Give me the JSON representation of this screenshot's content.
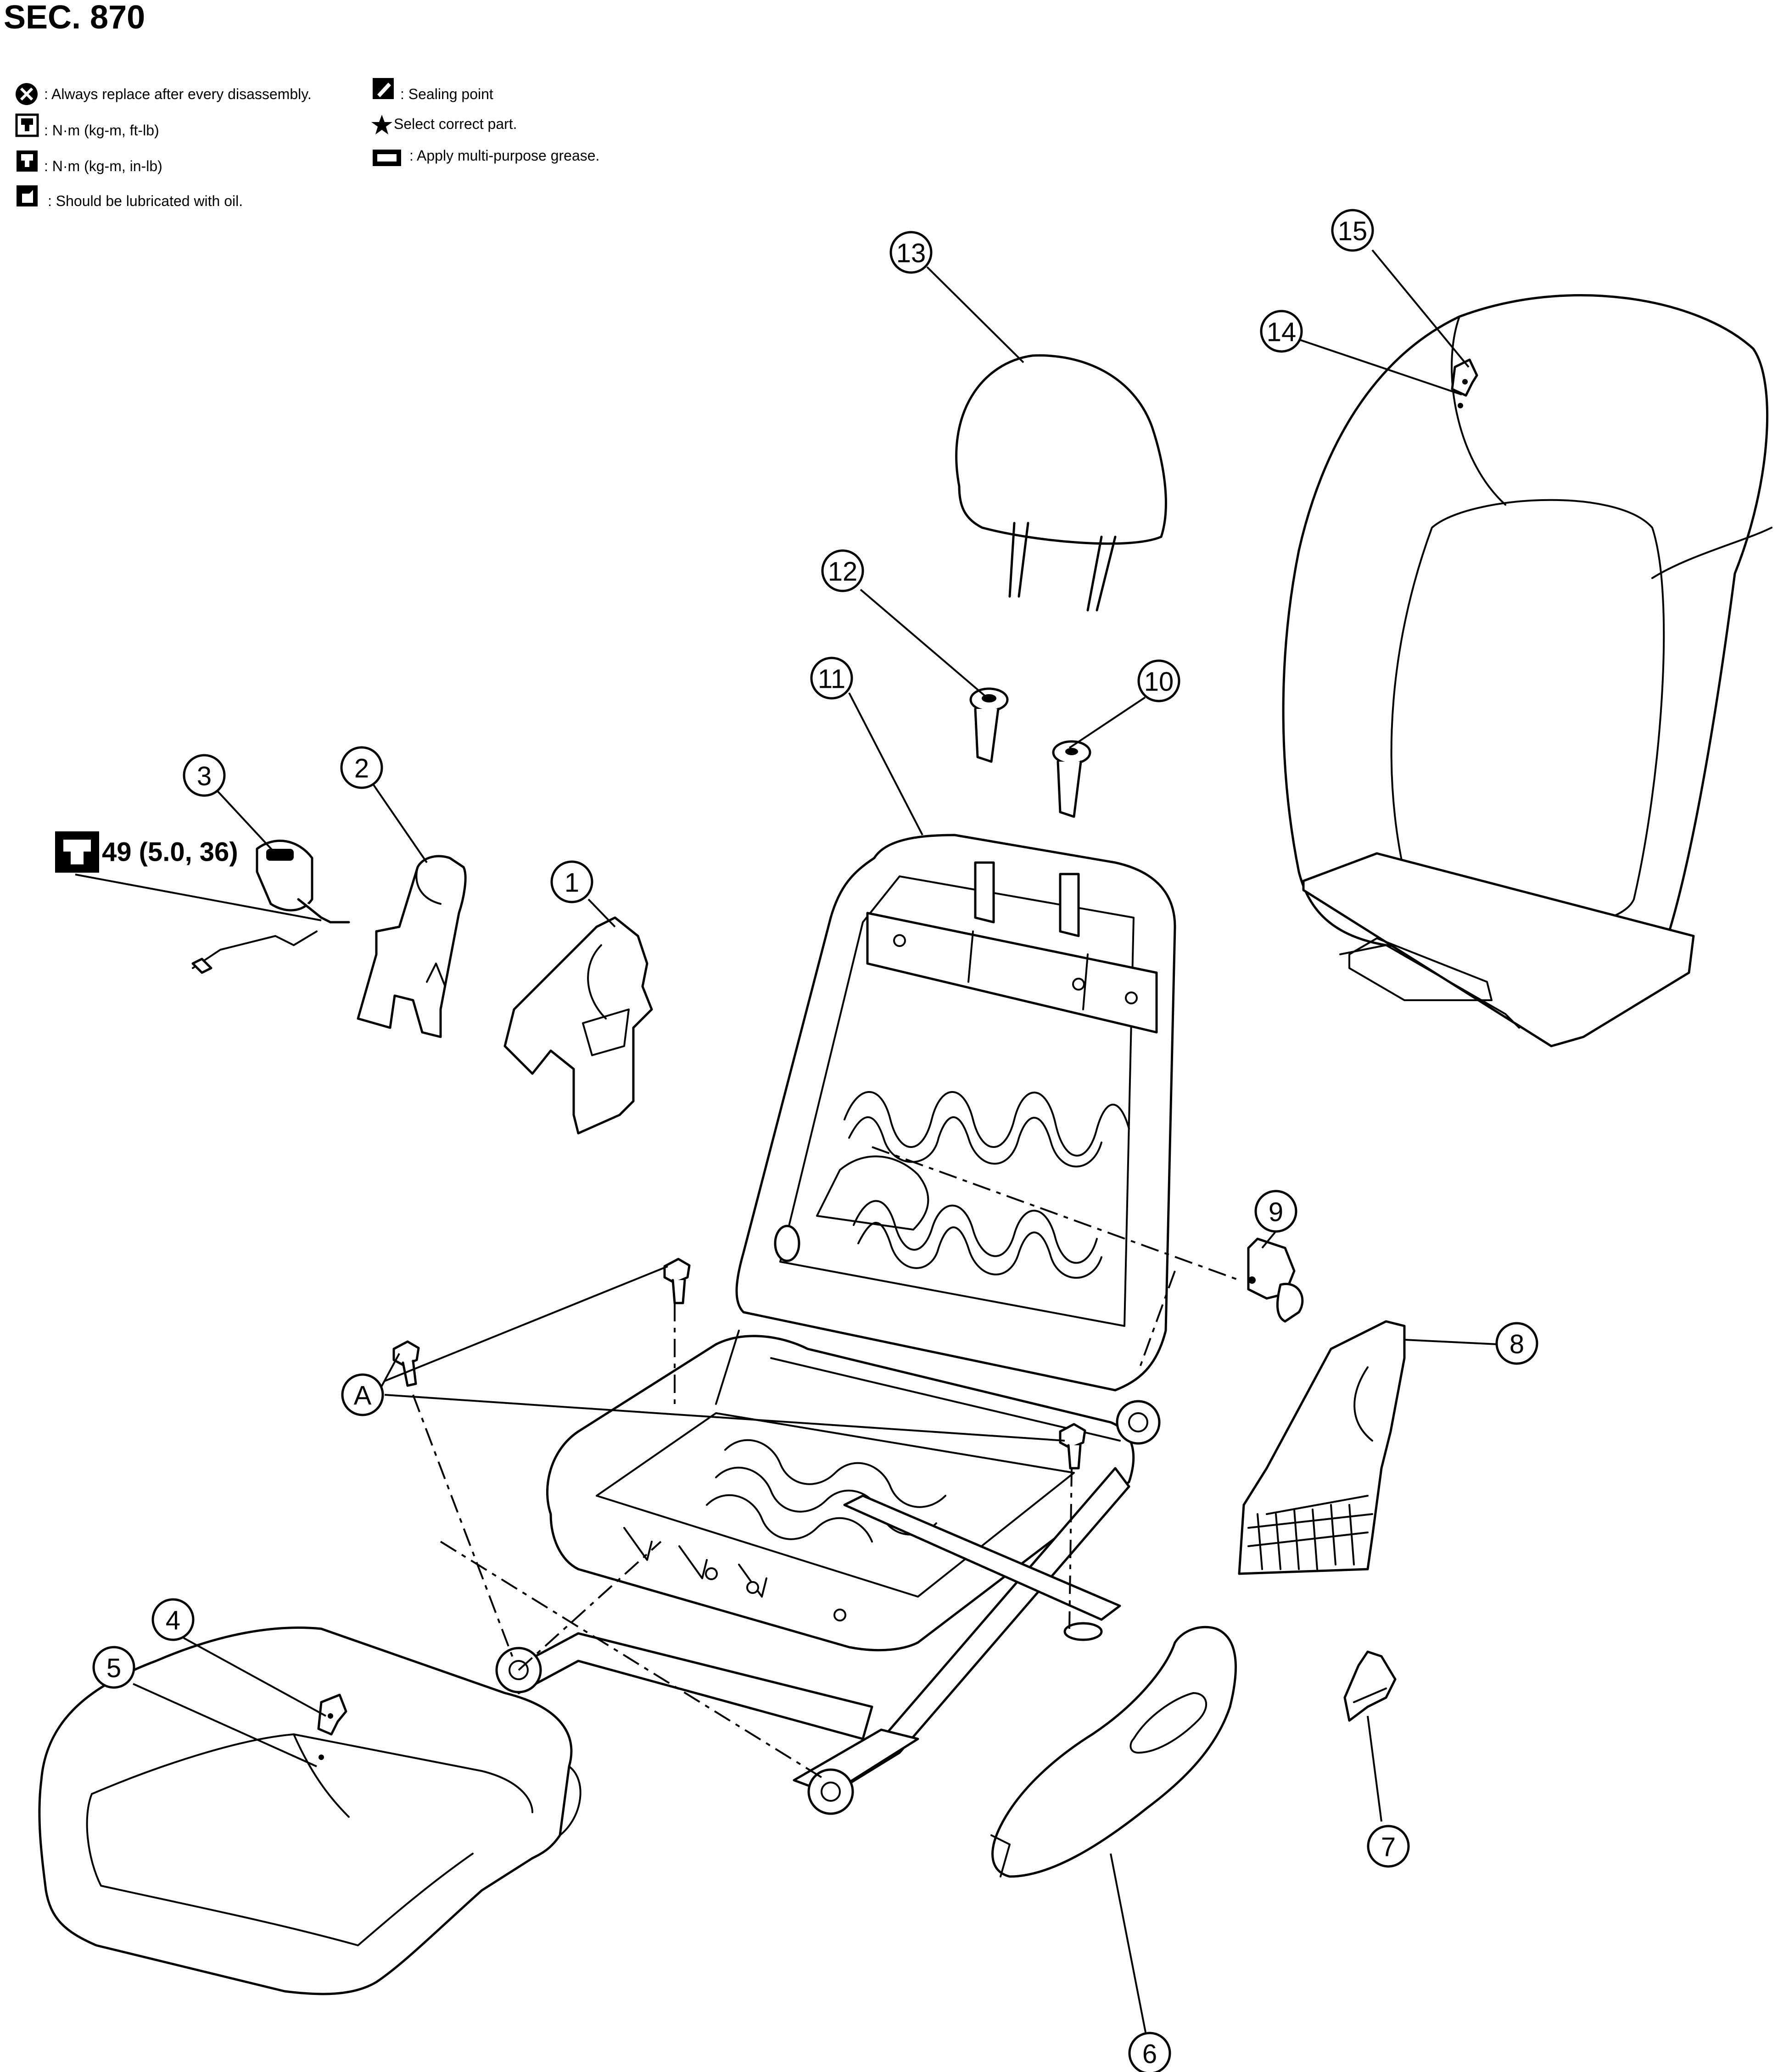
{
  "section": "SEC. 870",
  "legend": [
    {
      "icon": "replace-x-icon",
      "text": ": Always replace after every disassembly."
    },
    {
      "icon": "torque-wrench-icon",
      "text": ": N·m (kg-m, ft-lb)"
    },
    {
      "icon": "torque-wrench-inlb-icon",
      "text": ": N·m (kg-m, in-lb)"
    },
    {
      "icon": "oil-can-icon",
      "text": ": Should be lubricated with oil."
    },
    {
      "icon": "sealing-point-icon",
      "text": ": Sealing point"
    },
    {
      "icon": "star-icon",
      "text": "Select correct part."
    },
    {
      "icon": "grease-icon",
      "text": ": Apply multi-purpose grease."
    }
  ],
  "torque": "49 (5.0, 36)",
  "callouts": [
    "1",
    "2",
    "3",
    "4",
    "5",
    "6",
    "7",
    "8",
    "9",
    "10",
    "11",
    "12",
    "13",
    "14",
    "15",
    "A"
  ]
}
